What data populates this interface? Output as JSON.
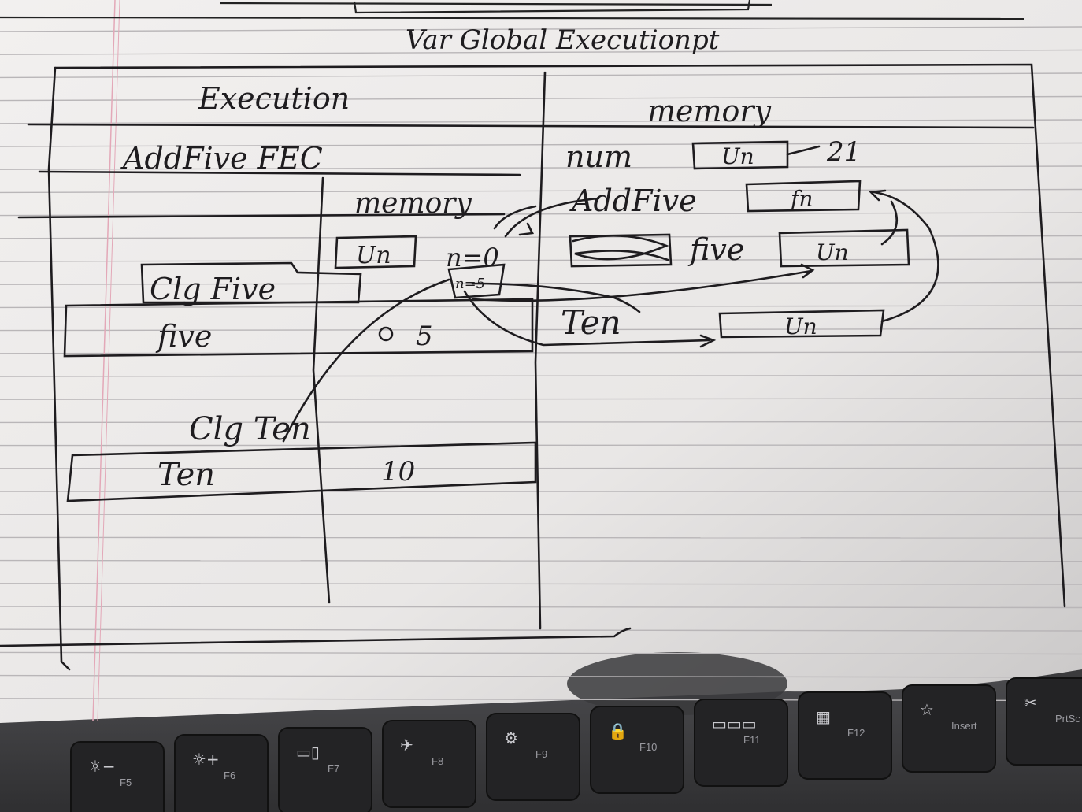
{
  "notebook": {
    "title": "Var Global Executionpt",
    "execution_heading": "Execution",
    "memory_heading": "memory",
    "fec_heading": "AddFive FEC",
    "fec_memory_heading": "memory",
    "fec_memory_un": "Un",
    "fec_memory_n": "n=0",
    "call_five_label": "Clg Five",
    "n_eq_5": "n=5",
    "five_row_label": "five",
    "five_row_value": "5",
    "call_ten_label": "Clg Ten",
    "ten_row_label": "Ten",
    "ten_row_value": "10",
    "global_memory": [
      {
        "name": "num",
        "box": "Un",
        "value": "21"
      },
      {
        "name": "AddFive",
        "box": "fn",
        "value": ""
      },
      {
        "name": "five",
        "box": "Un",
        "value": ""
      },
      {
        "name": "Ten",
        "box": "Un",
        "value": ""
      }
    ]
  },
  "keyboard": {
    "keys": [
      {
        "label": "F5",
        "icon": "brightness-down-icon",
        "glyph": "☼−"
      },
      {
        "label": "F6",
        "icon": "brightness-up-icon",
        "glyph": "☼+"
      },
      {
        "label": "F7",
        "icon": "display-switch-icon",
        "glyph": "▭▯"
      },
      {
        "label": "F8",
        "icon": "airplane-mode-icon",
        "glyph": "✈"
      },
      {
        "label": "F9",
        "icon": "settings-gear-icon",
        "glyph": "⚙"
      },
      {
        "label": "F10",
        "icon": "lock-icon",
        "glyph": "🔒"
      },
      {
        "label": "F11",
        "icon": "keyboard-backlight-icon",
        "glyph": "▭▭▭"
      },
      {
        "label": "F12",
        "icon": "calculator-icon",
        "glyph": "▦"
      },
      {
        "label": "Insert",
        "icon": "star-icon",
        "glyph": "☆"
      },
      {
        "label": "PrtSc",
        "icon": "screenshot-icon",
        "glyph": "✂"
      }
    ]
  }
}
